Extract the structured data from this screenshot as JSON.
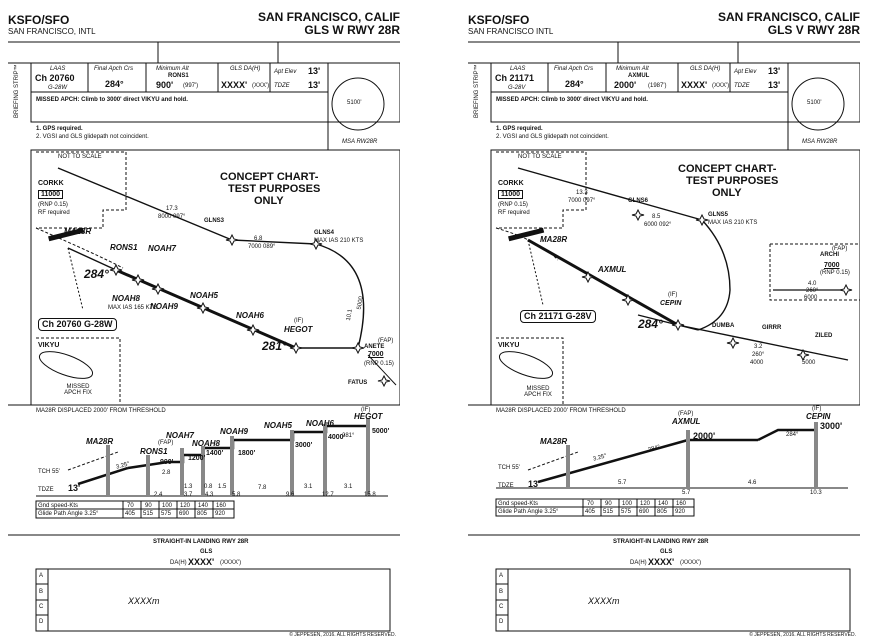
{
  "charts": [
    {
      "id": "ksfo-gls-w-28r",
      "airport_id": "KSFO/SFO",
      "airport_name": "SAN FRANCISCO, INTL",
      "city": "SAN FRANCISCO, CALIF",
      "procedure": "GLS W RWY 28R",
      "channel_label": "LAAS",
      "channel": "Ch 20760",
      "channel_sub": "G-28W",
      "final_crs_label": "Final Apch Crs",
      "final_crs": "284°",
      "min_alt_label": "Minimum Alt",
      "min_alt_fix": "RONS1",
      "min_alt": "900'",
      "min_alt_sub": "(997')",
      "gls_label": "GLS DA(H)",
      "gls_da": "XXXX'",
      "gls_da_sub": "(XXX')",
      "apt_elev_label": "Apt Elev",
      "apt_elev": "13'",
      "tdze_label": "TDZE",
      "tdze": "13'",
      "msa_alt": "5100'",
      "msa_label": "MSA RW28R",
      "missed_apch": "MISSED APCH: Climb to 3000' direct VIKYU and hold.",
      "notes": [
        "1. GPS required.",
        "2. VGSI and GLS glidepath not coincident."
      ],
      "briefing_strip": "BRIEFING STRIP™",
      "not_to_scale": "NOT TO SCALE",
      "concept": [
        "CONCEPT CHART-",
        "TEST PURPOSES",
        "ONLY"
      ],
      "corkk": {
        "name": "CORKK",
        "alt": "11000",
        "rnp": "(RNP 0.15)",
        "rf": "RF required"
      },
      "fixes": [
        "MA28R",
        "RONS1",
        "NOAH7",
        "NOAH8",
        "NOAH9",
        "NOAH5",
        "NOAH6",
        "HEGOT",
        "GLNS3",
        "GLNS4",
        "ANETE",
        "FATUS"
      ],
      "leg_labels": [
        "17.3",
        "8000 097°",
        "6.8",
        "7000 089°",
        "MAX IAS 210 KTS",
        "MAX IAS 165 KTS",
        "(IF)",
        "(FAP)",
        "7000",
        "(RNP 0.15)",
        "5000",
        "10.1",
        "284°",
        "281°"
      ],
      "laas_box": "Ch 20760 G-28W",
      "vikyu": "VIKYU",
      "missed_apch_fix": "MISSED APCH FIX",
      "profile_note": "MA28R DISPLACED 2000' FROM THRESHOLD",
      "profile_fixes": [
        "MA28R",
        "RONS1",
        "NOAH7",
        "NOAH8",
        "NOAH9",
        "NOAH5",
        "NOAH6",
        "HEGOT"
      ],
      "profile_alts": [
        "900'",
        "1200'",
        "1400'",
        "1800'",
        "3000'",
        "4000'",
        "5000'"
      ],
      "profile_angle": "3.25°",
      "profile_tch": "TCH 55'",
      "profile_tdze": "TDZE",
      "profile_tdze_val": "13'",
      "profile_dist": [
        "2.4",
        "3.7",
        "4.3",
        "5.8",
        "7.8",
        "9.6",
        "12.7",
        "15.8"
      ],
      "profile_misc": [
        "(FAP)",
        "(IF)",
        "281°",
        "2.8",
        "1.3",
        "0.8",
        "1.5",
        "3.1",
        "3.1"
      ],
      "gs_label": "Gnd speed-Kts",
      "gs_vals": [
        "70",
        "90",
        "100",
        "120",
        "140",
        "160"
      ],
      "gpa_label": "Glide Path Angle 3.25°",
      "gpa_vals": [
        "405",
        "515",
        "575",
        "690",
        "805",
        "920"
      ],
      "landing_title": "STRAIGHT-IN LANDING RWY 28R",
      "gls": "GLS",
      "da_label": "DA(H)",
      "da_value": "XXXX'",
      "da_sub": "(XXXX')",
      "cat_rows": [
        "A",
        "B",
        "C",
        "D"
      ],
      "vis": "XXXXm",
      "copyright": "© JEPPESEN, 2016. ALL RIGHTS RESERVED."
    },
    {
      "id": "ksfo-gls-v-28r",
      "airport_id": "KSFO/SFO",
      "airport_name": "SAN FRANCISCO INTL",
      "city": "SAN FRANCISCO, CALIF",
      "procedure": "GLS V RWY 28R",
      "channel_label": "LAAS",
      "channel": "Ch 21171",
      "channel_sub": "G-28V",
      "final_crs_label": "Final Apch Crs",
      "final_crs": "284°",
      "min_alt_label": "Minimum Alt",
      "min_alt_fix": "AXMUL",
      "min_alt": "2000'",
      "min_alt_sub": "(1987')",
      "gls_label": "GLS DA(H)",
      "gls_da": "XXXX'",
      "gls_da_sub": "(XXX')",
      "apt_elev_label": "Apt Elev",
      "apt_elev": "13'",
      "tdze_label": "TDZE",
      "tdze": "13'",
      "msa_alt": "5100'",
      "msa_label": "MSA RW28R",
      "missed_apch": "MISSED APCH: Climb to 3000' direct VIKYU and hold.",
      "notes": [
        "1. GPS required.",
        "2. VGSI and GLS glidepath not coincident."
      ],
      "briefing_strip": "BRIEFING STRIP™",
      "not_to_scale": "NOT TO SCALE",
      "concept": [
        "CONCEPT CHART-",
        "TEST PURPOSES",
        "ONLY"
      ],
      "corkk": {
        "name": "CORKK",
        "alt": "11000",
        "rnp": "(RNP 0.15)",
        "rf": "RF required"
      },
      "fixes": [
        "MA28R",
        "AXMUL",
        "CEPIN",
        "DUMBA",
        "GIRRR",
        "ZILED",
        "GLNS6",
        "GLNS5",
        "ARCHI"
      ],
      "leg_labels": [
        "13.3",
        "7000 097°",
        "8.5",
        "6000 092°",
        "MAX IAS 210 KTS",
        "(IF)",
        "(FAP)",
        "7000",
        "(RNP 0.15)",
        "4.0",
        "260°",
        "6000",
        "3.2",
        "260°",
        "4000",
        "5000",
        "284°"
      ],
      "laas_box": "Ch 21171 G-28V",
      "vikyu": "VIKYU",
      "missed_apch_fix": "MISSED APCH FIX",
      "profile_note": "MA28R DISPLACED 2000' FROM THRESHOLD",
      "profile_fixes": [
        "MA28R",
        "AXMUL",
        "CEPIN"
      ],
      "profile_alts": [
        "2000'",
        "3000'"
      ],
      "profile_angle": "3.25°",
      "profile_tch": "TCH 55'",
      "profile_tdze": "TDZE",
      "profile_tdze_val": "13'",
      "profile_dist": [
        "5.7",
        "5.7",
        "4.6",
        "10.3"
      ],
      "profile_misc": [
        "(FAP)",
        "(IF)",
        "284°",
        "284°"
      ],
      "gs_label": "Gnd speed-Kts",
      "gs_vals": [
        "70",
        "90",
        "100",
        "120",
        "140",
        "160"
      ],
      "gpa_label": "Glide Path Angle 3.25°",
      "gpa_vals": [
        "405",
        "515",
        "575",
        "690",
        "805",
        "920"
      ],
      "landing_title": "STRAIGHT-IN LANDING RWY 28R",
      "gls": "GLS",
      "da_label": "DA(H)",
      "da_value": "XXXX'",
      "da_sub": "(XXXX')",
      "cat_rows": [
        "A",
        "B",
        "C",
        "D"
      ],
      "vis": "XXXXm",
      "copyright": "© JEPPESEN, 2016. ALL RIGHTS RESERVED."
    }
  ]
}
